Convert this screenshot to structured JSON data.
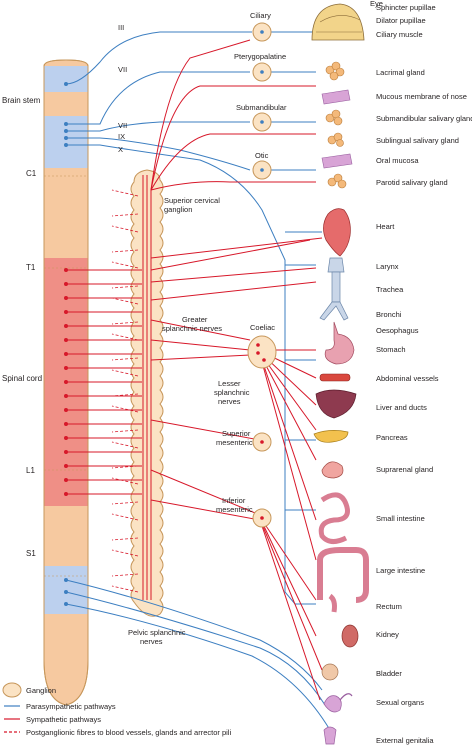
{
  "colors": {
    "parasympathetic": "#3d7fc1",
    "sympathetic": "#d7182a",
    "cord_fill": "#f6c9a0",
    "cord_blue": "#bcd0ee",
    "cord_red": "#ef8f86",
    "ganglion_fill": "#fbe3c4",
    "ganglion_stroke": "#c7975b"
  },
  "nerves": {
    "III": "III",
    "VII_top": "VII",
    "VII": "VII",
    "IX": "IX",
    "X": "X"
  },
  "cord_labels": {
    "brain_stem": "Brain stem",
    "c1": "C1",
    "t1": "T1",
    "spinal_cord": "Spinal cord",
    "l1": "L1",
    "s1": "S1"
  },
  "ganglia": {
    "ciliary": "Ciliary",
    "pterygopalatine": "Pterygopalatine",
    "submandibular": "Submandibular",
    "otic": "Otic",
    "superior_cervical_1": "Superior cervical",
    "superior_cervical_2": "ganglion",
    "greater_splanchnic_1": "Greater",
    "greater_splanchnic_2": "splanchnic nerves",
    "coeliac": "Coeliac",
    "lesser_splanchnic_1": "Lesser",
    "lesser_splanchnic_2": "splanchnic",
    "lesser_splanchnic_3": "nerves",
    "superior_mesenteric_1": "Superior",
    "superior_mesenteric_2": "mesenteric",
    "inferior_mesenteric_1": "Inferior",
    "inferior_mesenteric_2": "mesenteric",
    "pelvic_splanchnic_1": "Pelvic splanchnic",
    "pelvic_splanchnic_2": "nerves"
  },
  "targets": {
    "eye": "Eye",
    "sphincter_pupillae": "Sphincter pupillae",
    "dilator_pupillae": "Dilator pupillae",
    "ciliary_muscle": "Ciliary muscle",
    "lacrimal_gland": "Lacrimal gland",
    "mucous_membrane_nose": "Mucous membrane of nose",
    "submandibular_salivary": "Submandibular salivary gland",
    "sublingual_salivary": "Sublingual salivary gland",
    "oral_mucosa": "Oral mucosa",
    "parotid_salivary": "Parotid salivary gland",
    "heart": "Heart",
    "larynx": "Larynx",
    "trachea": "Trachea",
    "bronchi": "Bronchi",
    "oesophagus": "Oesophagus",
    "stomach": "Stomach",
    "abdominal_vessels": "Abdominal vessels",
    "liver_ducts": "Liver and ducts",
    "pancreas": "Pancreas",
    "suprarenal_gland": "Suprarenal gland",
    "small_intestine": "Small intestine",
    "large_intestine": "Large intestine",
    "rectum": "Rectum",
    "kidney": "Kidney",
    "bladder": "Bladder",
    "sexual_organs": "Sexual organs",
    "external_genitalia": "External genitalia"
  },
  "legend": {
    "ganglion": "Ganglion",
    "parasympathetic": "Parasympathetic pathways",
    "sympathetic": "Sympathetic pathways",
    "postganglionic": "Postganglionic fibres to blood vessels, glands and arrector pili"
  }
}
